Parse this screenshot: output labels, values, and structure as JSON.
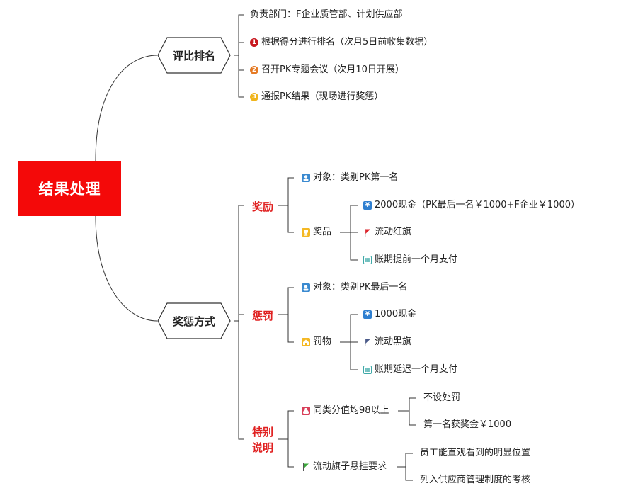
{
  "root": {
    "label": "结果处理",
    "color": "#f40909"
  },
  "ranking": {
    "label": "评比排名",
    "items": [
      {
        "icon": "none",
        "text": "负责部门：F企业质管部、计划供应部"
      },
      {
        "icon": "priority-1-icon",
        "num": "1",
        "text": "根据得分进行排名（次月5日前收集数据）"
      },
      {
        "icon": "priority-2-icon",
        "num": "2",
        "text": "召开PK专题会议（次月10日开展）"
      },
      {
        "icon": "priority-3-icon",
        "num": "3",
        "text": "通报PK结果（现场进行奖惩）"
      }
    ]
  },
  "reward_penalty": {
    "label": "奖惩方式",
    "reward": {
      "label": "奖励",
      "target": "对象：类别PK第一名",
      "prize_label": "奖品",
      "prizes": [
        "2000现金（PK最后一名￥1000+F企业￥1000）",
        "流动红旗",
        "账期提前一个月支付"
      ]
    },
    "penalty": {
      "label": "惩罚",
      "target": "对象：类别PK最后一名",
      "item_label": "罚物",
      "items": [
        "1000现金",
        "流动黑旗",
        "账期延迟一个月支付"
      ]
    },
    "special": {
      "label_line1": "特别",
      "label_line2": "说明",
      "a_label": "同类分值均98以上",
      "a_items": [
        "不设处罚",
        "第一名获奖金￥1000"
      ],
      "b_label": "流动旗子悬挂要求",
      "b_items": [
        "员工能直观看到的明显位置",
        "列入供应商管理制度的考核"
      ]
    }
  },
  "colors": {
    "flag_red": "#e0262d",
    "flag_black": "#4a5a8a",
    "flag_green": "#3aa83a",
    "line": "#333333"
  }
}
